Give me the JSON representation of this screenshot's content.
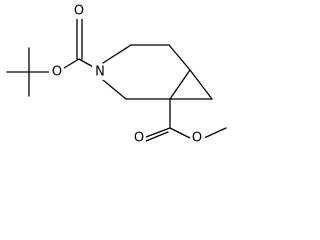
{
  "atoms": {
    "nitrogen": "N",
    "carbonyl_oxygen_1": "O",
    "ester_oxygen_1": "O",
    "carbonyl_oxygen_2": "O",
    "ester_oxygen_2": "O"
  },
  "colors": {
    "bond": "#000000",
    "label": "#000000",
    "background": "#ffffff"
  }
}
